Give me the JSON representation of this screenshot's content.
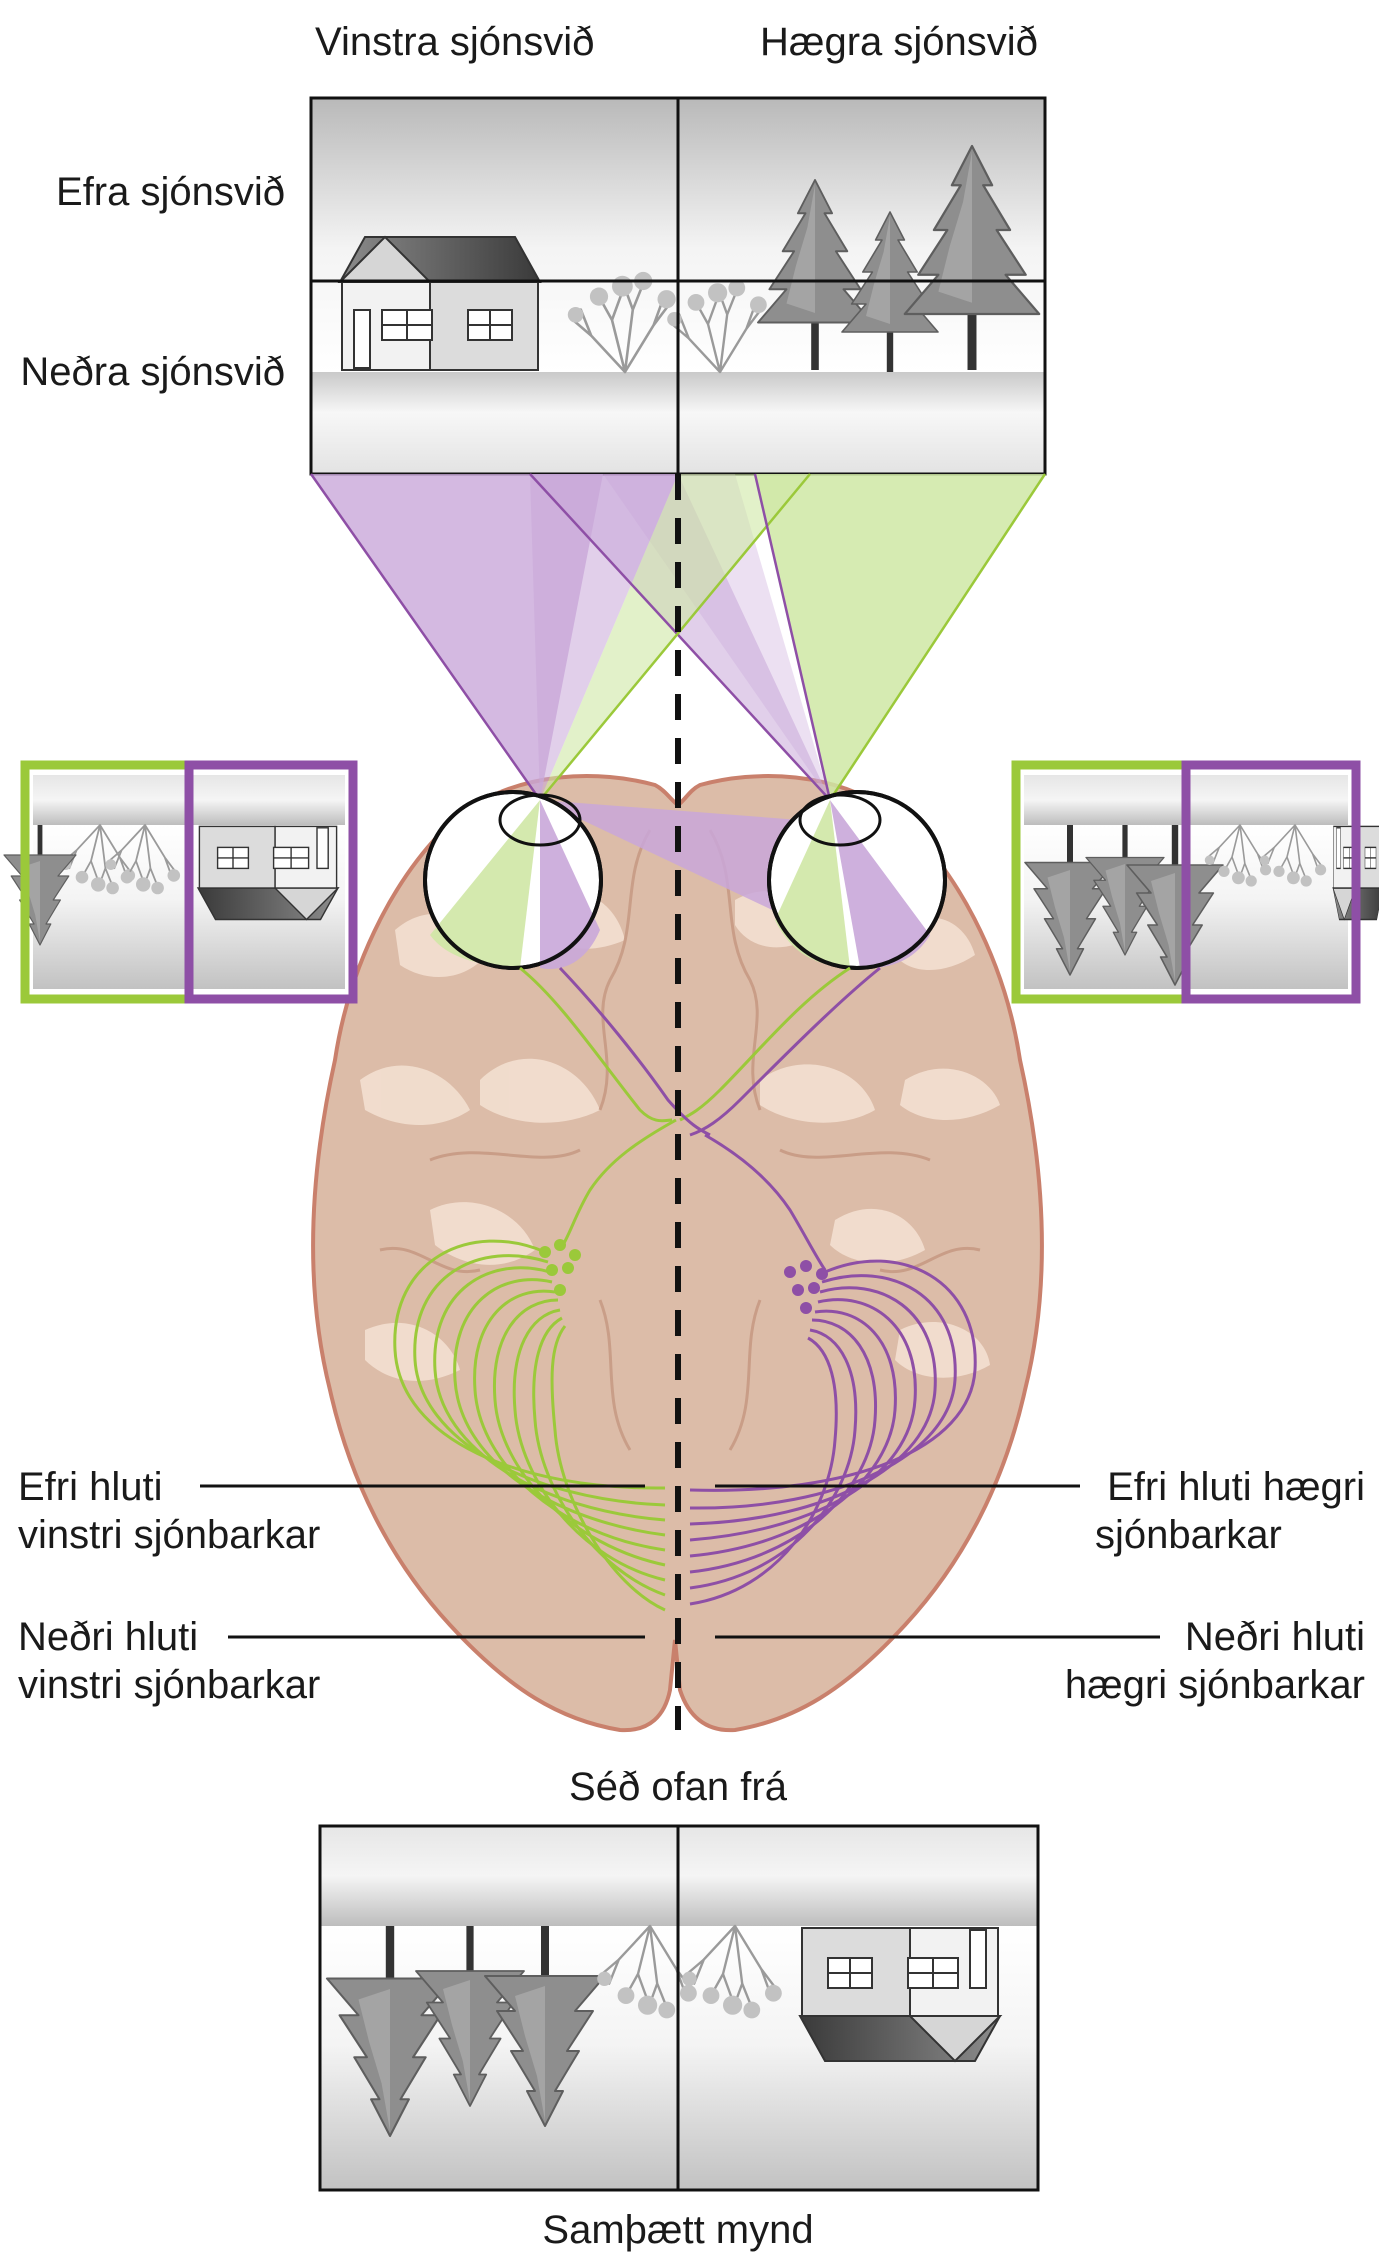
{
  "field_labels": {
    "left_field": "Vinstra sjónsvið",
    "right_field": "Hægra sjónsvið",
    "upper_field": "Efra sjónsvið",
    "lower_field": "Neðra sjónsvið"
  },
  "cortex_labels": {
    "upper_left_line1": "Efri hluti",
    "upper_left_line2": "vinstri sjónbarkar",
    "lower_left_line1": "Neðri hluti",
    "lower_left_line2": "vinstri sjónbarkar",
    "upper_right_line1": "Efri hluti hægri",
    "upper_right_line2": "sjónbarkar",
    "lower_right_line1": "Neðri hluti",
    "lower_right_line2": "hægri sjónbarkar"
  },
  "view_caption": "Séð ofan frá",
  "combined_caption": "Samþætt mynd",
  "colors": {
    "left_pathway": "#9bc93a",
    "right_pathway": "#8e4fa6",
    "left_cone": "#cfe7a5",
    "right_cone": "#c9a7d9",
    "brain_fill": "#dcbca8",
    "brain_outline": "#c9806c",
    "midline": "#111111"
  },
  "icons": {
    "house": "house-icon",
    "trees": "tree-icon",
    "shrubs": "shrub-icon",
    "eye": "eye-icon"
  }
}
